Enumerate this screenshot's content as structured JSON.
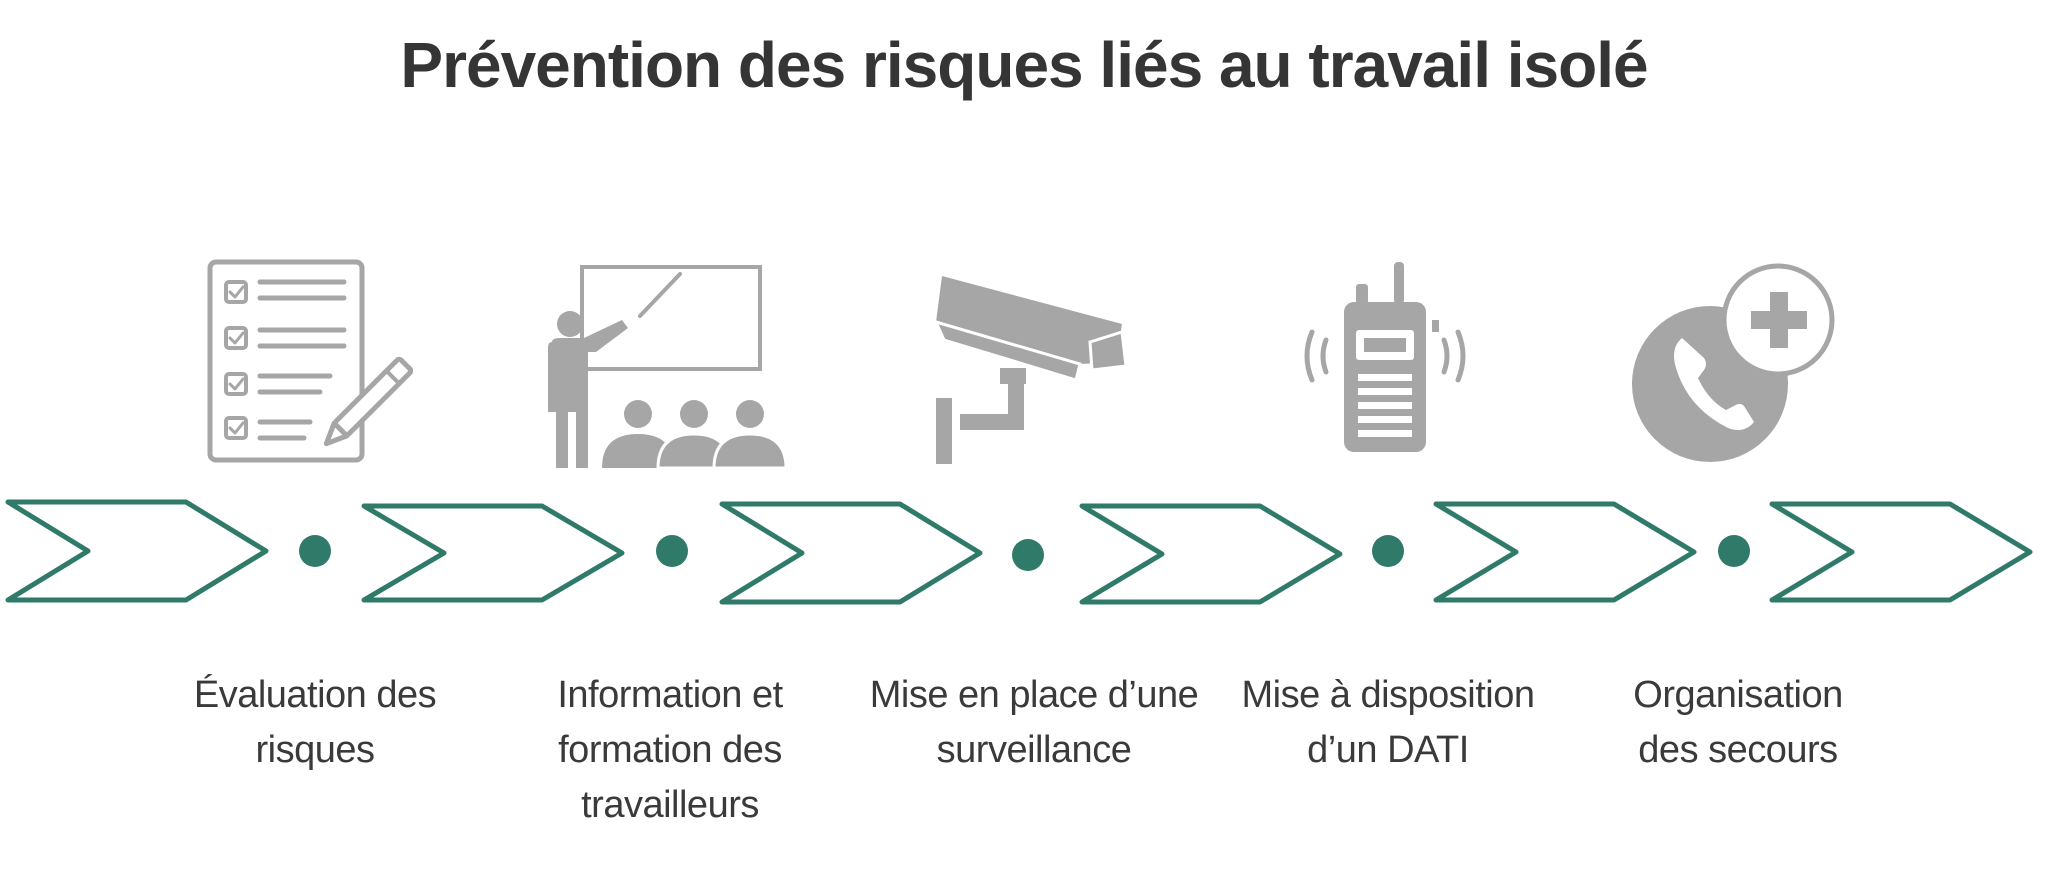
{
  "title": "Prévention des risques liés au travail isolé",
  "colors": {
    "accent": "#2f7a68",
    "icon": "#a6a6a6",
    "text": "#3a3a3a"
  },
  "steps": [
    {
      "label": "Évaluation des\nrisques",
      "icon": "checklist-icon"
    },
    {
      "label": "Information et\nformation des\ntravailleurs",
      "icon": "training-icon"
    },
    {
      "label": "Mise en place d’une\nsurveillance",
      "icon": "surveillance-camera-icon"
    },
    {
      "label": "Mise à disposition\nd’un DATI",
      "icon": "walkie-talkie-icon"
    },
    {
      "label": "Organisation\ndes secours",
      "icon": "emergency-call-icon"
    }
  ]
}
